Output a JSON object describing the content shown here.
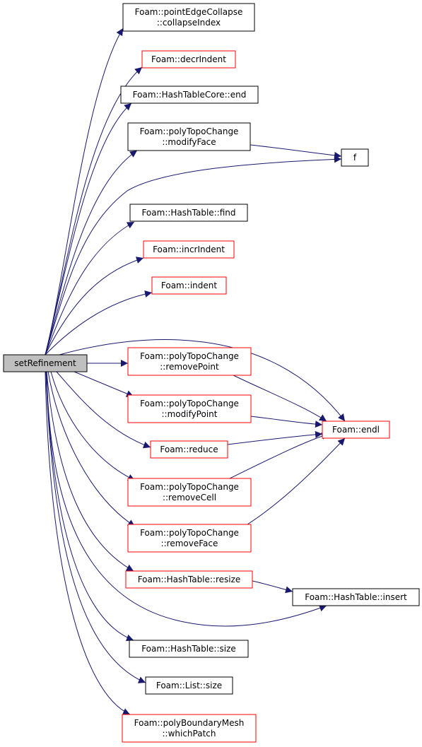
{
  "colors": {
    "edge": "#191970",
    "node_border_default": "#000000",
    "node_border_highlight": "#ff0000",
    "root_fill": "#bfbfbf",
    "node_fill": "#ffffff"
  },
  "nodes": [
    {
      "id": "root",
      "lines": [
        "setRefinement"
      ],
      "style": "root"
    },
    {
      "id": "n1",
      "lines": [
        "Foam::pointEdgeCollapse",
        "::collapseIndex"
      ],
      "style": "black"
    },
    {
      "id": "n2",
      "lines": [
        "Foam::decrIndent"
      ],
      "style": "red"
    },
    {
      "id": "n3",
      "lines": [
        "Foam::HashTableCore::end"
      ],
      "style": "black"
    },
    {
      "id": "n4",
      "lines": [
        "Foam::polyTopoChange",
        "::modifyFace"
      ],
      "style": "black"
    },
    {
      "id": "f",
      "lines": [
        "f"
      ],
      "style": "black"
    },
    {
      "id": "n5",
      "lines": [
        "Foam::HashTable::find"
      ],
      "style": "black"
    },
    {
      "id": "n6",
      "lines": [
        "Foam::incrIndent"
      ],
      "style": "red"
    },
    {
      "id": "n7",
      "lines": [
        "Foam::indent"
      ],
      "style": "red"
    },
    {
      "id": "n8",
      "lines": [
        "Foam::polyTopoChange",
        "::removePoint"
      ],
      "style": "red"
    },
    {
      "id": "n9",
      "lines": [
        "Foam::polyTopoChange",
        "::modifyPoint"
      ],
      "style": "red"
    },
    {
      "id": "endl",
      "lines": [
        "Foam::endl"
      ],
      "style": "red"
    },
    {
      "id": "n10",
      "lines": [
        "Foam::reduce"
      ],
      "style": "red"
    },
    {
      "id": "n11",
      "lines": [
        "Foam::polyTopoChange",
        "::removeCell"
      ],
      "style": "red"
    },
    {
      "id": "n12",
      "lines": [
        "Foam::polyTopoChange",
        "::removeFace"
      ],
      "style": "red"
    },
    {
      "id": "n13",
      "lines": [
        "Foam::HashTable::resize"
      ],
      "style": "red"
    },
    {
      "id": "insert",
      "lines": [
        "Foam::HashTable::insert"
      ],
      "style": "black"
    },
    {
      "id": "n14",
      "lines": [
        "Foam::HashTable::size"
      ],
      "style": "black"
    },
    {
      "id": "n15",
      "lines": [
        "Foam::List::size"
      ],
      "style": "black"
    },
    {
      "id": "n16",
      "lines": [
        "Foam::polyBoundaryMesh",
        "::whichPatch"
      ],
      "style": "red"
    }
  ],
  "edges": [
    {
      "from": "root",
      "to": "n1"
    },
    {
      "from": "root",
      "to": "n2"
    },
    {
      "from": "root",
      "to": "n3"
    },
    {
      "from": "root",
      "to": "n4"
    },
    {
      "from": "root",
      "to": "f"
    },
    {
      "from": "n4",
      "to": "f"
    },
    {
      "from": "root",
      "to": "n5"
    },
    {
      "from": "root",
      "to": "n6"
    },
    {
      "from": "root",
      "to": "n7"
    },
    {
      "from": "root",
      "to": "endl"
    },
    {
      "from": "root",
      "to": "n8"
    },
    {
      "from": "n8",
      "to": "endl"
    },
    {
      "from": "root",
      "to": "n9"
    },
    {
      "from": "n9",
      "to": "endl"
    },
    {
      "from": "root",
      "to": "n10"
    },
    {
      "from": "n10",
      "to": "endl"
    },
    {
      "from": "root",
      "to": "n11"
    },
    {
      "from": "n11",
      "to": "endl"
    },
    {
      "from": "root",
      "to": "n12"
    },
    {
      "from": "n12",
      "to": "endl"
    },
    {
      "from": "root",
      "to": "n13"
    },
    {
      "from": "n13",
      "to": "insert"
    },
    {
      "from": "root",
      "to": "insert"
    },
    {
      "from": "root",
      "to": "n14"
    },
    {
      "from": "root",
      "to": "n15"
    },
    {
      "from": "root",
      "to": "n16"
    }
  ]
}
